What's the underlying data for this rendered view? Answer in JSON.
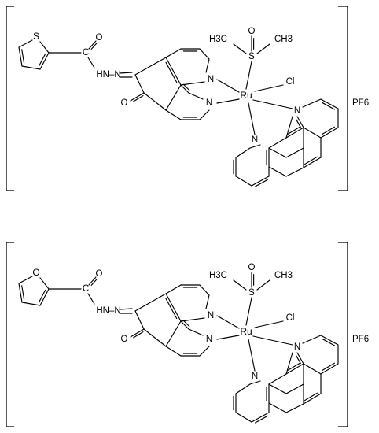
{
  "structures": [
    {
      "id": "thiophene-complex",
      "ring_heteroatom": "S",
      "labels": {
        "ring_heteroatom": "S",
        "carbonyl_c": "C",
        "carbonyl_o": "O",
        "hydrazone": "HN–N",
        "quinone_o": "O",
        "dione_n1": "N",
        "dione_n2": "N",
        "metal": "Ru",
        "chloride": "Cl",
        "phen_n1": "N",
        "phen_n2": "N",
        "dmso_s": "S",
        "dmso_o": "O",
        "dmso_me_left": "H3C",
        "dmso_me_right": "CH3",
        "counterion": "PF6"
      }
    },
    {
      "id": "furan-complex",
      "ring_heteroatom": "O",
      "labels": {
        "ring_heteroatom": "O",
        "carbonyl_c": "C",
        "carbonyl_o": "O",
        "hydrazone": "HN–N",
        "quinone_o": "O",
        "dione_n1": "N",
        "dione_n2": "N",
        "metal": "Ru",
        "chloride": "Cl",
        "phen_n1": "N",
        "phen_n2": "N",
        "dmso_s": "S",
        "dmso_o": "O",
        "dmso_me_left": "H3C",
        "dmso_me_right": "CH3",
        "counterion": "PF6"
      }
    }
  ]
}
